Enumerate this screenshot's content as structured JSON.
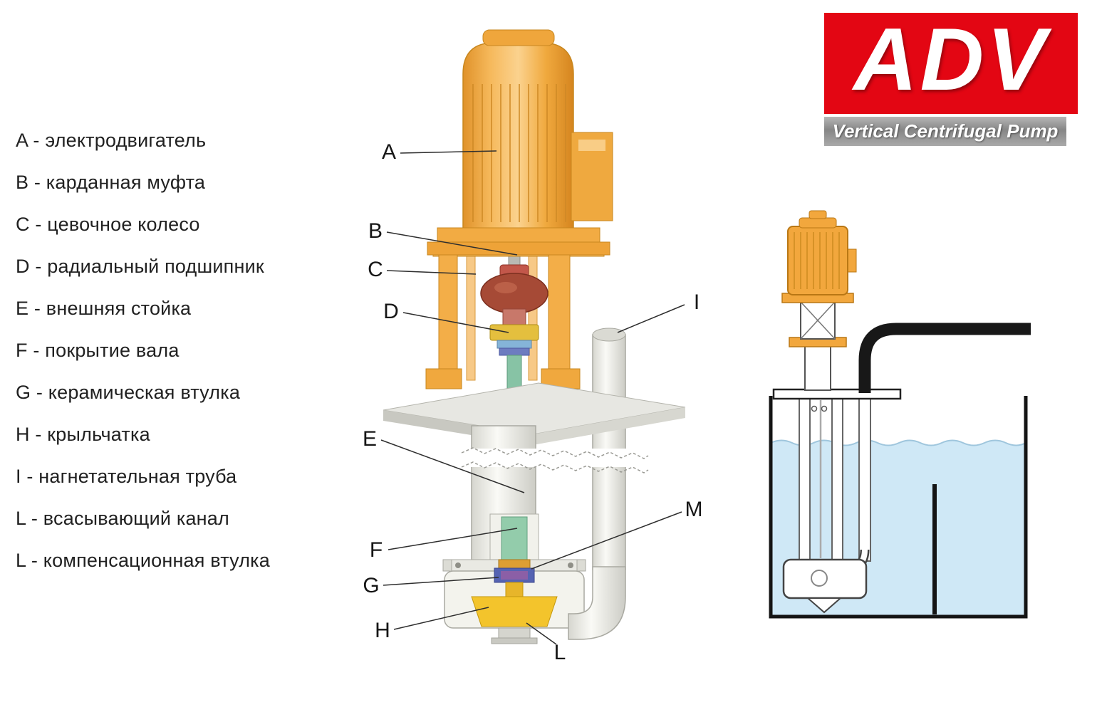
{
  "legend": {
    "items": [
      {
        "text": "A - электродвигатель"
      },
      {
        "text": "B - карданная муфта"
      },
      {
        "text": "C - цевочное колесо"
      },
      {
        "text": "D - радиальный подшипник"
      },
      {
        "text": "E - внешняя стойка"
      },
      {
        "text": "F - покрытие вала"
      },
      {
        "text": "G - керамическая втулка"
      },
      {
        "text": "H - крыльчатка"
      },
      {
        "text": "I - нагнетательная труба"
      },
      {
        "text": "L - всасывающий канал"
      },
      {
        "text": "L - компенсационная втулка"
      }
    ]
  },
  "callouts": [
    "A",
    "B",
    "C",
    "D",
    "E",
    "F",
    "G",
    "H",
    "I",
    "L",
    "M"
  ],
  "logo": {
    "title": "ADV",
    "subtitle": "Vertical Centrifugal Pump"
  },
  "palette": {
    "brand_red": "#e30613",
    "motor_orange": "#f2a73d",
    "water_blue": "#cfe8f6",
    "impeller_yellow": "#f3c42c"
  }
}
